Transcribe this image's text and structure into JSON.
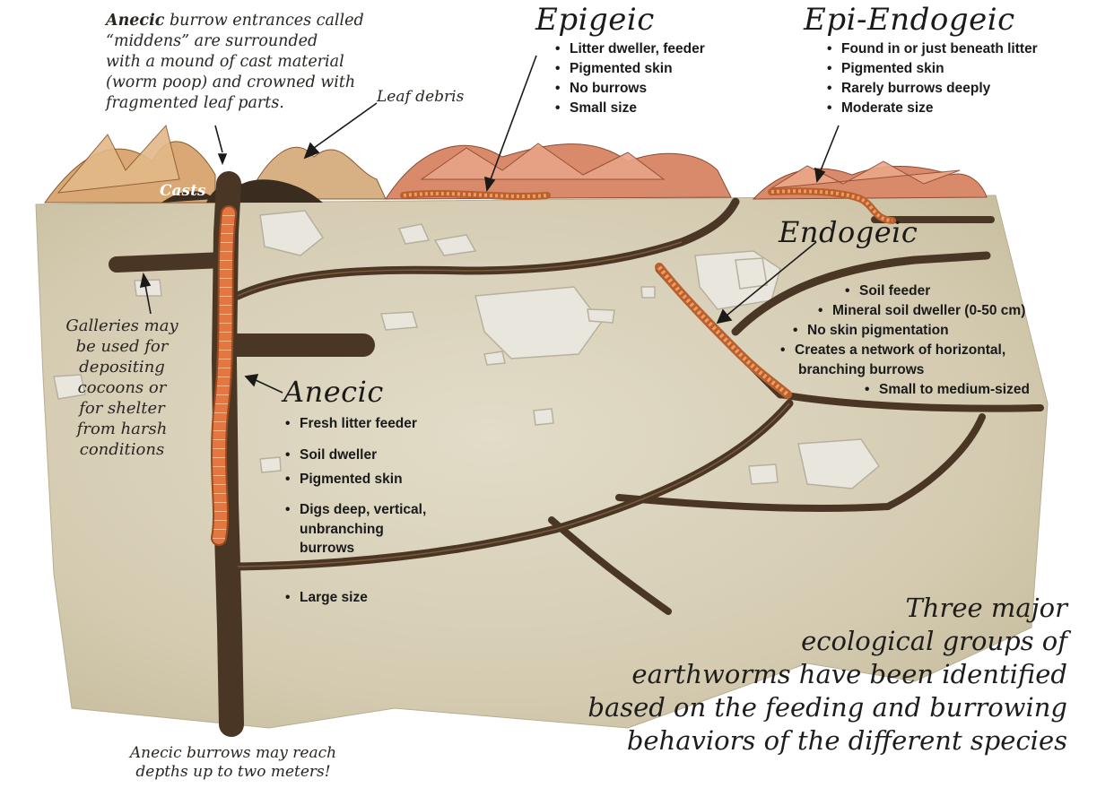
{
  "notes": {
    "middens_lead": "Anecic",
    "middens_rest_lines": [
      " burrow entrances called",
      "“middens” are surrounded",
      "with a mound of cast material",
      "(worm poop) and crowned with",
      "fragmented leaf parts."
    ],
    "leaf_debris": "Leaf debris",
    "casts": "Casts",
    "galleries_lines": [
      "Galleries may",
      "be used for",
      "depositing",
      "cocoons or",
      "for shelter",
      "from harsh",
      "conditions"
    ],
    "depth_lines": [
      "Anecic burrows may reach",
      "depths up to two meters!"
    ]
  },
  "groups": {
    "epigeic": {
      "title": "Epigeic",
      "bullets": [
        "Litter dweller, feeder",
        "Pigmented skin",
        "No burrows",
        "Small size"
      ]
    },
    "epi_endogeic": {
      "title": "Epi-Endogeic",
      "bullets": [
        "Found in or just beneath litter",
        "Pigmented skin",
        "Rarely burrows deeply",
        "Moderate size"
      ]
    },
    "endogeic": {
      "title": "Endogeic",
      "bullets": [
        "Soil feeder",
        "Mineral soil dweller (0-50 cm)",
        "No skin pigmentation",
        "Creates a network of horizontal,",
        "branching burrows",
        "Small to medium-sized"
      ]
    },
    "anecic": {
      "title": "Anecic",
      "bullets": [
        "Fresh litter feeder",
        "Soil dweller",
        "Pigmented skin",
        "Digs deep, vertical,",
        "unbranching",
        "burrows",
        "Large size"
      ]
    }
  },
  "summary_lines": [
    "Three major",
    "ecological groups of",
    "earthworms have been identified",
    "based on the feeding and burrowing",
    "behaviors of the different species"
  ],
  "colors": {
    "soil": "#d8d0b8",
    "soil_dark": "#c9bfa3",
    "burrow": "#4a3624",
    "worm": "#e0703a",
    "litter": "#c9785a",
    "rock_fill": "#e8e6e0",
    "rock_stroke": "#b9b2a2"
  }
}
